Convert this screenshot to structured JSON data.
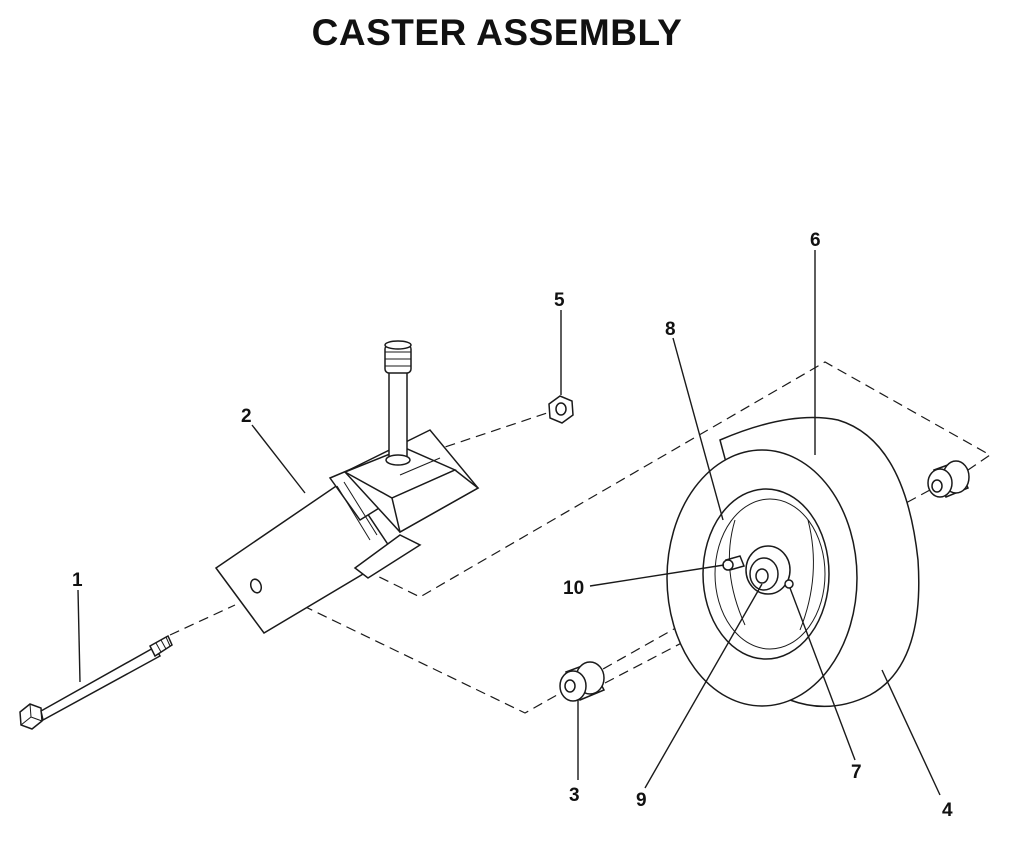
{
  "title": "CASTER ASSEMBLY",
  "callouts": [
    {
      "id": "callout-1",
      "label": "1"
    },
    {
      "id": "callout-2",
      "label": "2"
    },
    {
      "id": "callout-3",
      "label": "3"
    },
    {
      "id": "callout-4",
      "label": "4"
    },
    {
      "id": "callout-5",
      "label": "5"
    },
    {
      "id": "callout-6",
      "label": "6"
    },
    {
      "id": "callout-7",
      "label": "7"
    },
    {
      "id": "callout-8",
      "label": "8"
    },
    {
      "id": "callout-9",
      "label": "9"
    },
    {
      "id": "callout-10",
      "label": "10"
    }
  ]
}
